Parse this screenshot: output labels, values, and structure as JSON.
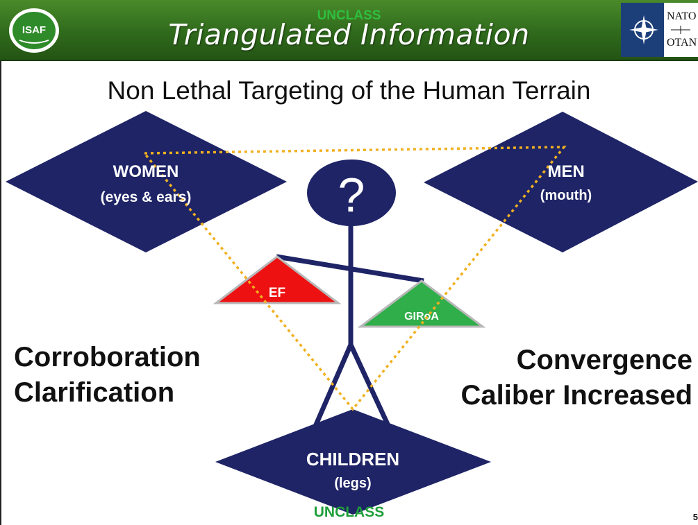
{
  "header": {
    "title": "Triangulated Information",
    "classification_top": "UNCLASS",
    "left_logo_text": "ISAF",
    "right_logo_text_top": "NATO",
    "right_logo_text_bottom": "OTAN"
  },
  "subtitle": "Non Lethal Targeting  of the Human Terrain",
  "nodes": {
    "women": {
      "label": "WOMEN",
      "sub": "(eyes & ears)"
    },
    "men": {
      "label": "MEN",
      "sub": "(mouth)"
    },
    "children": {
      "label": "CHILDREN",
      "sub": "(legs)"
    },
    "center": {
      "label": "?"
    }
  },
  "scale": {
    "left_pan": "EF",
    "right_pan": "GIRoA"
  },
  "left_text": {
    "line1": "Corroboration",
    "line2": "Clarification"
  },
  "right_text": {
    "line1": "Convergence",
    "line2": "Caliber Increased"
  },
  "footer": {
    "classification_bottom": "UNCLASS",
    "page_number": "5"
  },
  "colors": {
    "header_green": "#2f6a1c",
    "node_navy": "#1e2466",
    "triangle_dotted": "#f0b020",
    "ef_red": "#ee1111",
    "giroa_green": "#2fae4a"
  }
}
